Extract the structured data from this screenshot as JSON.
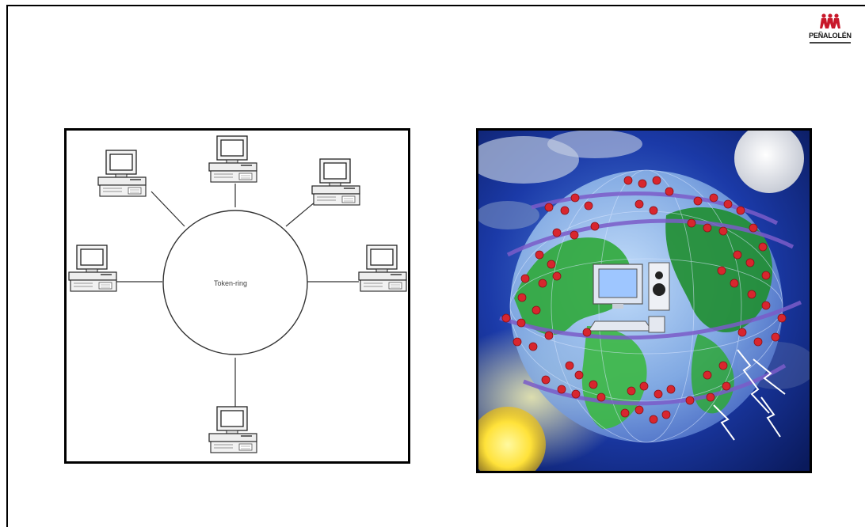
{
  "logo": {
    "text": "PEÑALOLÉN",
    "icon": "three-figures-logo-icon"
  },
  "token_ring_diagram": {
    "center_label": "Token-ring",
    "node_count": 6,
    "node_icon": "computer-icon",
    "frame_color": "#000000"
  },
  "network_illustration": {
    "subject": "globe-network-illustration",
    "icons": [
      "moon-icon",
      "sun-icon",
      "computer-icon",
      "lightning-icon"
    ],
    "colors": {
      "sky": "#1b2f8f",
      "land": "#2fa83a",
      "node": "#d8262e",
      "orbit": "#7b5cc9",
      "sun": "#ffe23a",
      "moon": "#e9e9e9"
    }
  }
}
